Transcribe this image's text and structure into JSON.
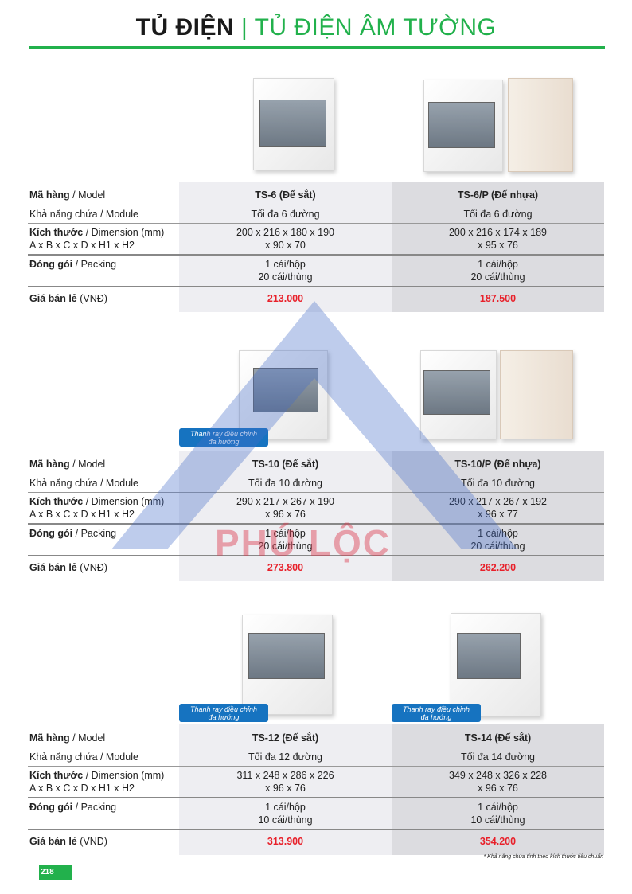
{
  "header": {
    "bold": "TỦ ĐIỆN",
    "separator": "|",
    "sub": "TỦ ĐIỆN ÂM TƯỜNG"
  },
  "labels": {
    "model_b": "Mã hàng",
    "model": " / Model",
    "module": "Khả năng chứa / Module",
    "dim_b": "Kích thước",
    "dim": " / Dimension (mm)",
    "dim2": "A x B x C x D x H1 x H2",
    "pack_b": "Đóng gói",
    "pack": " / Packing",
    "price_b": "Giá bán lẻ",
    "price": " (VNĐ)"
  },
  "badge_text": [
    "Thanh ray điều chỉnh",
    "đa hướng"
  ],
  "blocks": [
    {
      "products": [
        {
          "model": "TS-6 (Đế sắt)",
          "module": "Tối đa 6 đường",
          "dim1": "200 x 216 x 180 x 190",
          "dim2": "x 90 x 70",
          "pack1": "1 cái/hộp",
          "pack2": "20 cái/thùng",
          "price": "213.000"
        },
        {
          "model": "TS-6/P (Đế nhựa)",
          "module": "Tối đa 6 đường",
          "dim1": "200 x 216 x 174 x 189",
          "dim2": "x 95 x 76",
          "pack1": "1 cái/hộp",
          "pack2": "20 cái/thùng",
          "price": "187.500"
        }
      ]
    },
    {
      "products": [
        {
          "model": "TS-10 (Đế sắt)",
          "module": "Tối đa 10 đường",
          "dim1": "290 x 217 x 267 x 190",
          "dim2": "x 96 x 76",
          "pack1": "1 cái/hộp",
          "pack2": "20 cái/thùng",
          "price": "273.800"
        },
        {
          "model": "TS-10/P (Đế nhựa)",
          "module": "Tối đa 10 đường",
          "dim1": "290 x 217 x 267 x 192",
          "dim2": "x 96 x 77",
          "pack1": "1 cái/hộp",
          "pack2": "20 cái/thùng",
          "price": "262.200"
        }
      ]
    },
    {
      "products": [
        {
          "model": "TS-12 (Đế sắt)",
          "module": "Tối đa 12 đường",
          "dim1": "311 x 248 x 286 x 226",
          "dim2": "x 96 x 76",
          "pack1": "1 cái/hộp",
          "pack2": "10 cái/thùng",
          "price": "313.900"
        },
        {
          "model": "TS-14 (Đế sắt)",
          "module": "Tối đa 14 đường",
          "dim1": "349 x 248 x 326 x 228",
          "dim2": "x 96 x 76",
          "pack1": "1 cái/hộp",
          "pack2": "10 cái/thùng",
          "price": "354.200"
        }
      ]
    }
  ],
  "footnote": "* Khả năng chứa tính theo kích thước tiêu chuẩn",
  "page_number": "218",
  "watermark": "PHÚ LỘC",
  "colors": {
    "green": "#22b14c",
    "price_red": "#e8202a",
    "badge_blue": "#1673c0"
  }
}
